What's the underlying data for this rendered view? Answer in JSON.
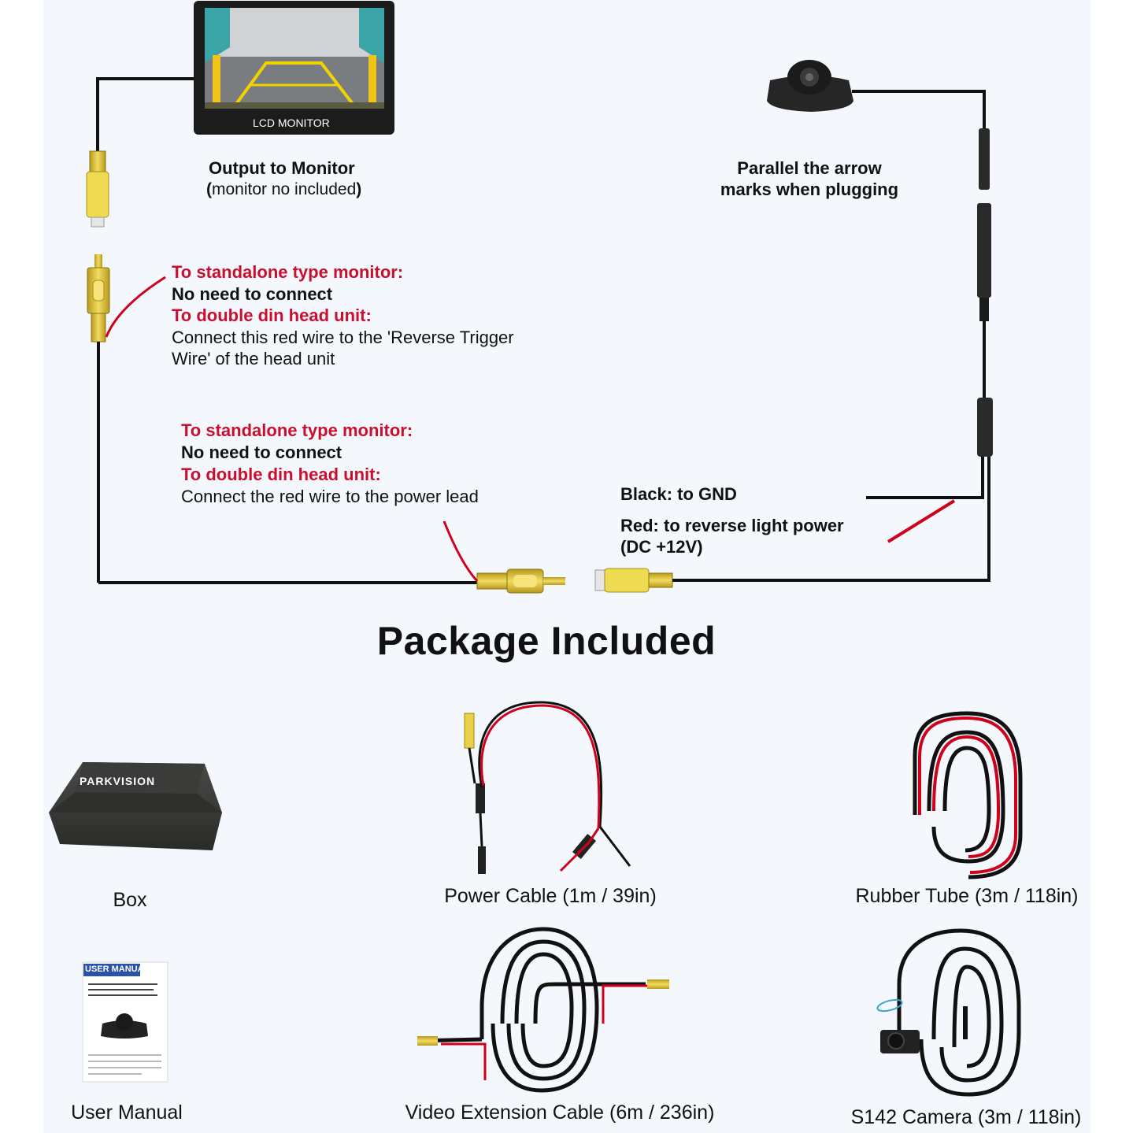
{
  "monitor": {
    "screen_label": "LCD MONITOR",
    "caption_main": "Output to Monitor",
    "caption_sub_open": "(",
    "caption_sub_text": "monitor no included",
    "caption_sub_close": ")"
  },
  "camera_plug": {
    "caption_line1": "Parallel the arrow",
    "caption_line2": "marks when plugging"
  },
  "note_trigger": {
    "line1": "To standalone type monitor:",
    "line2": "No need to connect",
    "line3": "To double din head unit:",
    "line4": "Connect this red wire to the 'Reverse Trigger",
    "line5": "Wire' of the head unit"
  },
  "note_power": {
    "line1": "To standalone type monitor:",
    "line2": "No need to connect",
    "line3": "To double din head unit:",
    "line4": "Connect the red wire to the power lead"
  },
  "wires": {
    "black": "Black: to GND",
    "red_line1": "Red: to reverse light power",
    "red_line2": "(DC +12V)"
  },
  "package": {
    "title": "Package Included",
    "box_brand": "PARKVISION",
    "manual_cover": "USER MANUAL",
    "items": [
      {
        "caption": "Box"
      },
      {
        "caption": "Power Cable (1m / 39in)"
      },
      {
        "caption": "Rubber Tube (3m / 118in)"
      },
      {
        "caption": "User Manual"
      },
      {
        "caption": "Video Extension Cable (6m / 236in)"
      },
      {
        "caption": "S142 Camera (3m / 118in)"
      }
    ]
  },
  "colors": {
    "panel": "#f4f8fd",
    "wire_black": "#111111",
    "wire_red": "#d0021b",
    "rca_yellow": "#e9d24a",
    "text_red": "#c8102e"
  }
}
